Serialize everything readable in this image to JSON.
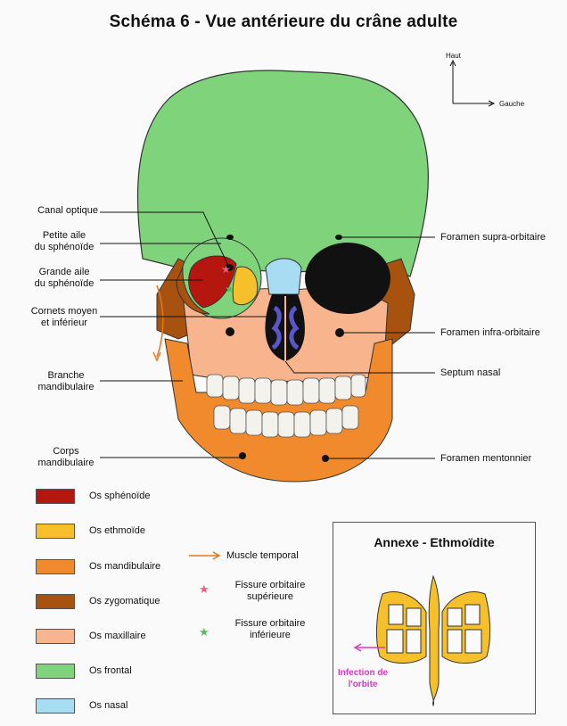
{
  "title": "Schéma 6 - Vue antérieure du crâne adulte",
  "orientation": {
    "up": "Haut",
    "left": "Gauche"
  },
  "labels_left": {
    "canal_optique": "Canal optique",
    "petite_aile_1": "Petite aile",
    "petite_aile_2": "du sphénoïde",
    "grande_aile_1": "Grande aile",
    "grande_aile_2": "du sphénoïde",
    "cornets_1": "Cornets moyen",
    "cornets_2": "et inférieur",
    "branche_1": "Branche",
    "branche_2": "mandibulaire",
    "corps_1": "Corps",
    "corps_2": "mandibulaire"
  },
  "labels_right": {
    "supra": "Foramen supra-orbitaire",
    "infra": "Foramen infra-orbitaire",
    "septum": "Septum nasal",
    "mentonnier": "Foramen mentonnier"
  },
  "legend": [
    {
      "label": "Os sphénoïde",
      "color": "#b5160f"
    },
    {
      "label": "Os ethmoïde",
      "color": "#f5c02c"
    },
    {
      "label": "Os mandibulaire",
      "color": "#f08a2c"
    },
    {
      "label": "Os zygomatique",
      "color": "#a8520f"
    },
    {
      "label": "Os maxillaire",
      "color": "#f8b48c"
    },
    {
      "label": "Os frontal",
      "color": "#7fd37a"
    },
    {
      "label": "Os nasal",
      "color": "#a8dcf2"
    }
  ],
  "symbols": {
    "muscle": "Muscle temporal",
    "fissure_sup_1": "Fissure orbitaire",
    "fissure_sup_2": "supérieure",
    "fissure_inf_1": "Fissure orbitaire",
    "fissure_inf_2": "inférieure"
  },
  "symbol_colors": {
    "arrow": "#e0781c",
    "star_sup": "#e8607c",
    "star_inf": "#5ab85a"
  },
  "annexe": {
    "title": "Annexe - Ethmoïdite",
    "infection_1": "Infection de",
    "infection_2": "l'orbite",
    "infection_color": "#d838c0"
  }
}
